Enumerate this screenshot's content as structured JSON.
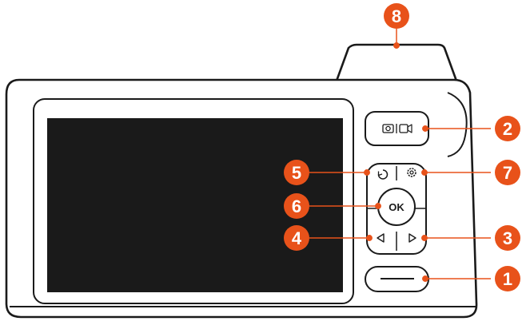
{
  "accent_color": "#e8521a",
  "outline_color": "#1a1a1a",
  "camera": {
    "ok_button_label": "OK",
    "mode_button_icons": [
      "camera-icon",
      "video-icon"
    ],
    "dpad_icons": {
      "top_left": "undo-arrow-icon",
      "top_right": "gear-icon",
      "bottom_left": "left-triangle-icon",
      "bottom_right": "right-triangle-icon"
    }
  },
  "callouts": [
    {
      "number": "8",
      "target": "shutter"
    },
    {
      "number": "2",
      "target": "mode-switch-button"
    },
    {
      "number": "5",
      "target": "back-button"
    },
    {
      "number": "7",
      "target": "settings-button"
    },
    {
      "number": "6",
      "target": "ok-button"
    },
    {
      "number": "4",
      "target": "left-button"
    },
    {
      "number": "3",
      "target": "right-button"
    },
    {
      "number": "1",
      "target": "power-button"
    }
  ]
}
